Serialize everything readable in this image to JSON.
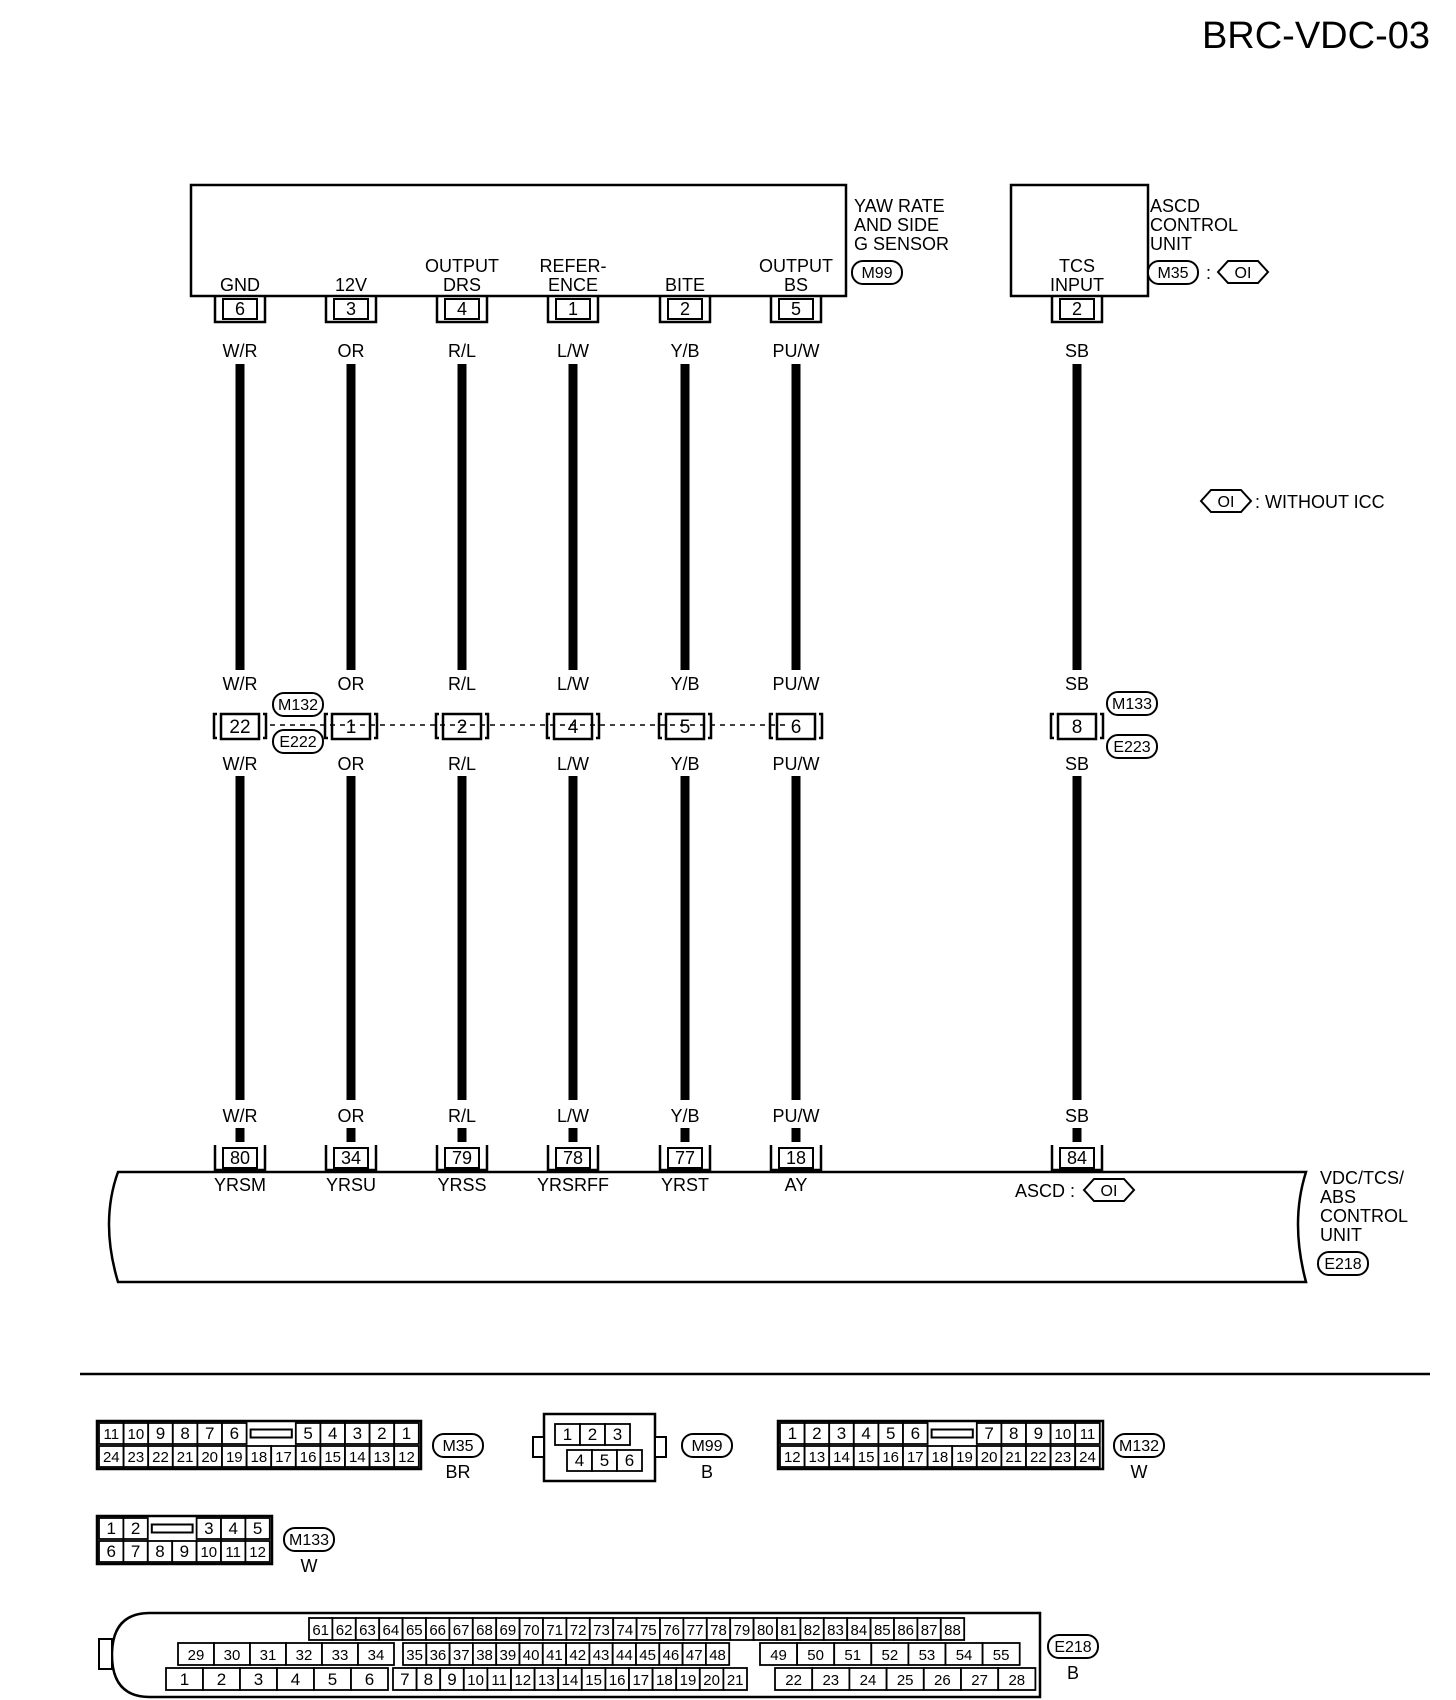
{
  "page_id": "BRC-VDC-03",
  "yaw_sensor": {
    "name_lines": [
      "YAW RATE",
      "AND SIDE",
      "G SENSOR"
    ],
    "connector": "M99"
  },
  "ascd_unit": {
    "name_lines": [
      "ASCD",
      "CONTROL",
      "UNIT"
    ],
    "connector": "M35",
    "option_sep": ":",
    "option": "OI",
    "terminal_label_lines": [
      "TCS",
      "INPUT"
    ],
    "terminal": "2"
  },
  "legend": {
    "symbol": "OI",
    "text": ": WITHOUT ICC"
  },
  "joint_connectors": {
    "left_upper": "M132",
    "left_lower": "E222",
    "right_upper": "M133",
    "right_lower": "E223"
  },
  "vdc_unit": {
    "name_lines": [
      "VDC/TCS/",
      "ABS",
      "CONTROL",
      "UNIT"
    ],
    "connector": "E218",
    "ascd_label": "ASCD :",
    "ascd_option": "OI"
  },
  "wires": [
    {
      "sensor_label": [
        "GND"
      ],
      "sensor_pin": "6",
      "color": "W/R",
      "joint_pin": "22",
      "ecu_pin": "80",
      "ecu_label": "YRSM"
    },
    {
      "sensor_label": [
        "12V"
      ],
      "sensor_pin": "3",
      "color": "OR",
      "joint_pin": "1",
      "ecu_pin": "34",
      "ecu_label": "YRSU"
    },
    {
      "sensor_label": [
        "OUTPUT",
        "DRS"
      ],
      "sensor_pin": "4",
      "color": "R/L",
      "joint_pin": "2",
      "ecu_pin": "79",
      "ecu_label": "YRSS"
    },
    {
      "sensor_label": [
        "REFER-",
        "ENCE"
      ],
      "sensor_pin": "1",
      "color": "L/W",
      "joint_pin": "4",
      "ecu_pin": "78",
      "ecu_label": "YRSRFF"
    },
    {
      "sensor_label": [
        "BITE"
      ],
      "sensor_pin": "2",
      "color": "Y/B",
      "joint_pin": "5",
      "ecu_pin": "77",
      "ecu_label": "YRST"
    },
    {
      "sensor_label": [
        "OUTPUT",
        "BS"
      ],
      "sensor_pin": "5",
      "color": "PU/W",
      "joint_pin": "6",
      "ecu_pin": "18",
      "ecu_label": "AY"
    },
    {
      "sensor_label": [],
      "sensor_pin": "2",
      "color": "SB",
      "joint_pin": "8",
      "ecu_pin": "84",
      "ecu_label": ""
    }
  ],
  "connector_views": {
    "M35": {
      "name": "M35",
      "color": "BR",
      "top": [
        "11",
        "10",
        "9",
        "8",
        "7",
        "6",
        "",
        "5",
        "4",
        "3",
        "2",
        "1"
      ],
      "bottom": [
        "24",
        "23",
        "22",
        "21",
        "20",
        "19",
        "18",
        "17",
        "16",
        "15",
        "14",
        "13",
        "12"
      ]
    },
    "M99": {
      "name": "M99",
      "color": "B",
      "top": [
        "1",
        "2",
        "3"
      ],
      "bottom": [
        "4",
        "5",
        "6"
      ]
    },
    "M132": {
      "name": "M132",
      "color": "W",
      "top": [
        "1",
        "2",
        "3",
        "4",
        "5",
        "6",
        "",
        "7",
        "8",
        "9",
        "10",
        "11"
      ],
      "bottom": [
        "12",
        "13",
        "14",
        "15",
        "16",
        "17",
        "18",
        "19",
        "20",
        "21",
        "22",
        "23",
        "24"
      ]
    },
    "M133": {
      "name": "M133",
      "color": "W",
      "top": [
        "1",
        "2",
        "",
        "3",
        "4",
        "5"
      ],
      "bottom": [
        "6",
        "7",
        "8",
        "9",
        "10",
        "11",
        "12"
      ]
    },
    "E218": {
      "name": "E218",
      "color": "B",
      "row1": [
        "61",
        "62",
        "63",
        "64",
        "65",
        "66",
        "67",
        "68",
        "69",
        "70",
        "71",
        "72",
        "73",
        "74",
        "75",
        "76",
        "77",
        "78",
        "79",
        "80",
        "81",
        "82",
        "83",
        "84",
        "85",
        "86",
        "87",
        "88"
      ],
      "row2a": [
        "29",
        "30",
        "31",
        "32",
        "33",
        "34"
      ],
      "row2b": [
        "35",
        "36",
        "37",
        "38",
        "39",
        "40",
        "41",
        "42",
        "43",
        "44",
        "45",
        "46",
        "47",
        "48"
      ],
      "row2c": [
        "49",
        "50",
        "51",
        "52",
        "53",
        "54",
        "55"
      ],
      "row3a": [
        "1",
        "2",
        "3",
        "4",
        "5",
        "6"
      ],
      "row3b": [
        "7",
        "8",
        "9",
        "10",
        "11",
        "12",
        "13",
        "14",
        "15",
        "16",
        "17",
        "18",
        "19",
        "20",
        "21"
      ],
      "row3c": [
        "22",
        "23",
        "24",
        "25",
        "26",
        "27",
        "28"
      ]
    }
  }
}
